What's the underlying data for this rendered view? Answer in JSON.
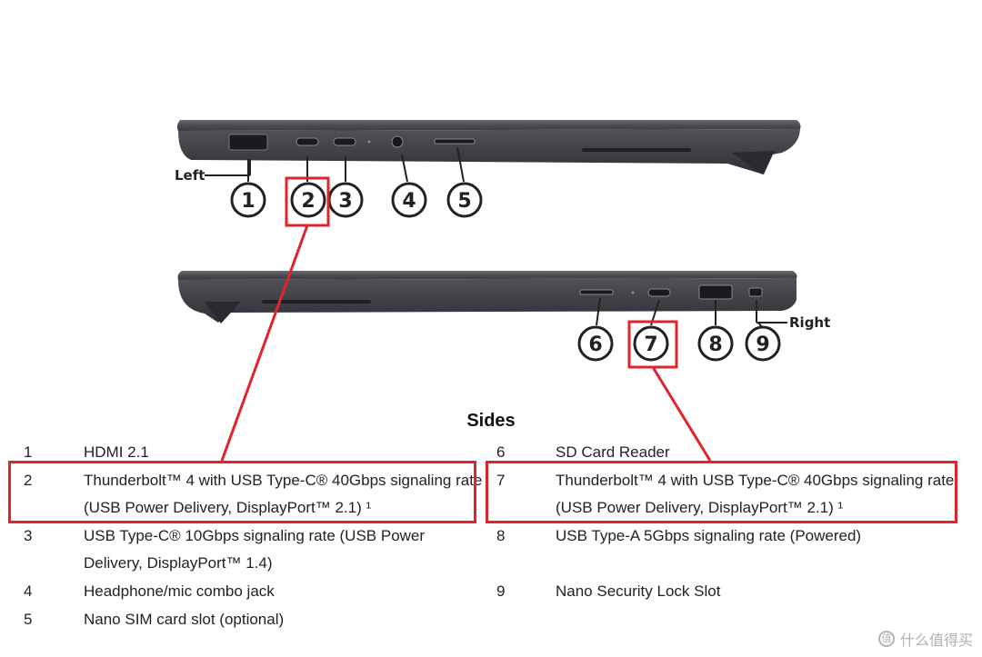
{
  "labels": {
    "left": "Left",
    "right": "Right"
  },
  "callouts": {
    "left": [
      "1",
      "2",
      "3",
      "4",
      "5"
    ],
    "right": [
      "6",
      "7",
      "8",
      "9"
    ]
  },
  "section_title": "Sides",
  "specs_left": [
    {
      "num": "1",
      "lines": [
        "HDMI 2.1"
      ]
    },
    {
      "num": "2",
      "lines": [
        "Thunderbolt™ 4 with USB Type-C® 40Gbps signaling rate",
        "(USB Power Delivery, DisplayPort™ 2.1) ¹"
      ]
    },
    {
      "num": "3",
      "lines": [
        "USB Type-C® 10Gbps signaling rate (USB Power",
        "Delivery, DisplayPort™ 1.4)"
      ]
    },
    {
      "num": "4",
      "lines": [
        "Headphone/mic combo jack"
      ]
    },
    {
      "num": "5",
      "lines": [
        "Nano SIM card slot (optional)"
      ]
    }
  ],
  "specs_right": [
    {
      "num": "6",
      "lines": [
        "SD Card Reader"
      ]
    },
    {
      "num": "7",
      "lines": [
        "Thunderbolt™ 4 with USB Type-C® 40Gbps signaling rate",
        "(USB Power Delivery, DisplayPort™ 2.1) ¹"
      ]
    },
    {
      "num": "8",
      "lines": [
        "USB Type-A 5Gbps signaling rate (Powered)"
      ]
    },
    {
      "num": "9",
      "lines": [
        "Nano Security Lock Slot"
      ]
    }
  ],
  "watermark": "什么值得买",
  "colors": {
    "highlight": "#e0242c",
    "laptop_body": "#3d3f45",
    "laptop_dark": "#2a2b30"
  }
}
